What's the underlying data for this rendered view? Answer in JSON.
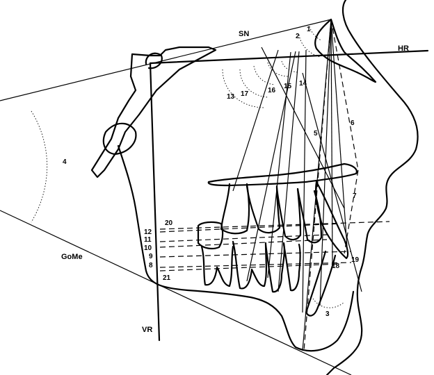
{
  "labels": {
    "sn": "SN",
    "hr": "HR",
    "gome": "GoMe",
    "vr": "VR"
  },
  "numbers": [
    "1",
    "2",
    "3",
    "4",
    "5",
    "6",
    "7",
    "8",
    "9",
    "10",
    "11",
    "12",
    "13",
    "14",
    "15",
    "16",
    "17",
    "18",
    "19",
    "20",
    "21"
  ]
}
